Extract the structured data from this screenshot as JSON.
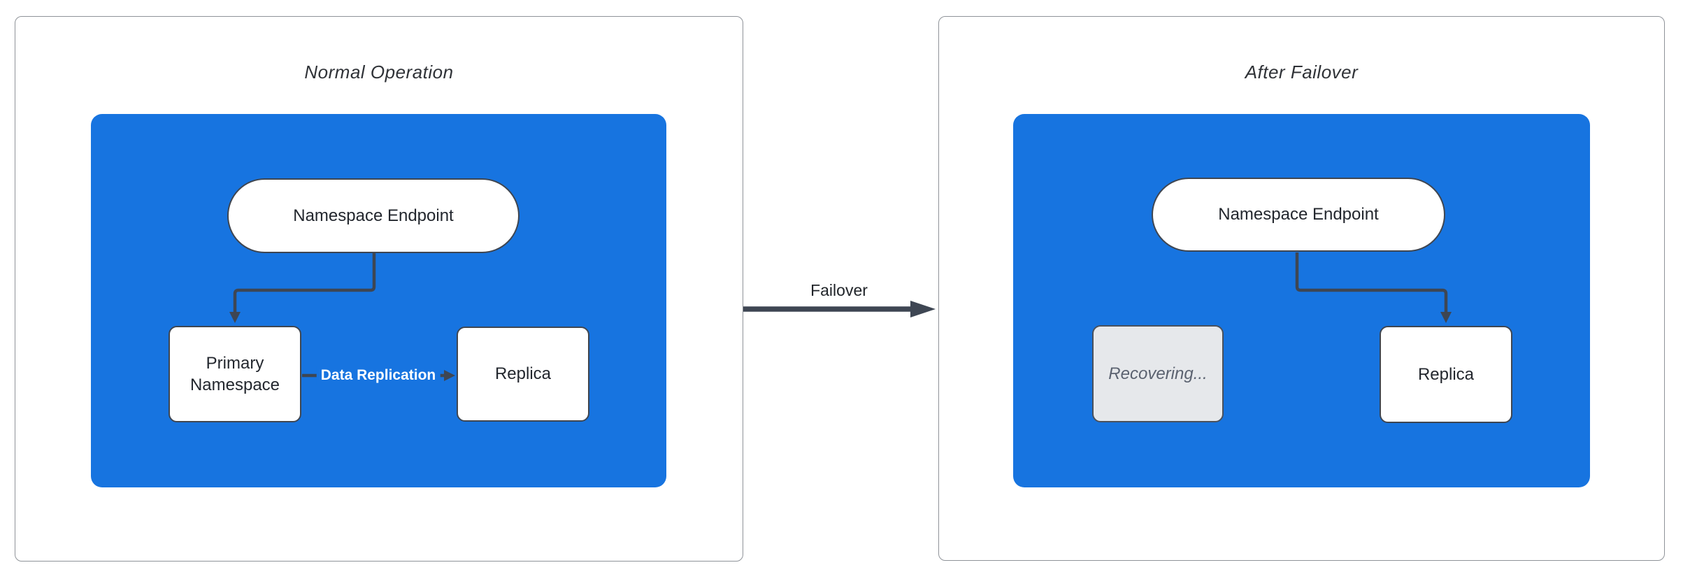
{
  "diagram": {
    "left_panel": {
      "title": "Normal Operation",
      "endpoint_label": "Namespace Endpoint",
      "primary_label": "Primary Namespace",
      "replica_label": "Replica",
      "replication_label": "Data Replication"
    },
    "right_panel": {
      "title": "After Failover",
      "endpoint_label": "Namespace Endpoint",
      "recovering_label": "Recovering...",
      "replica_label": "Replica"
    },
    "failover_label": "Failover"
  },
  "colors": {
    "container_fill": "#1774e0",
    "node_fill": "#ffffff",
    "node_border": "#3f4651",
    "arrow_stroke": "#3e4653",
    "recovering_fill": "#e6e8eb",
    "recovering_border": "#4a515c",
    "recovering_text": "#5b6270",
    "panel_border": "#8f9399",
    "title_text": "#2f3237",
    "node_text": "#23272e",
    "replication_label_text": "#ffffff"
  }
}
